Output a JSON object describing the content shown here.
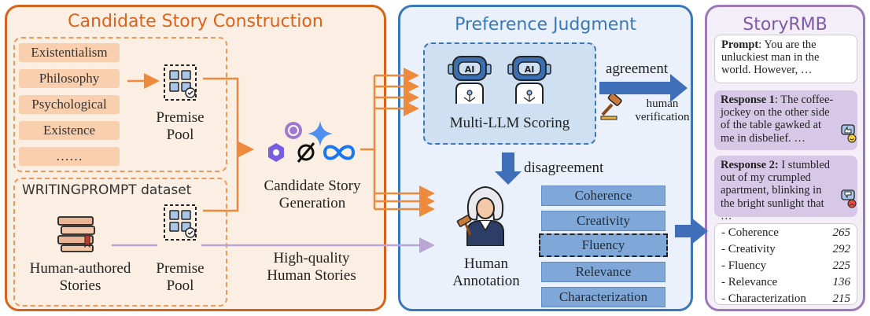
{
  "candidate": {
    "title": "Candidate Story Construction",
    "tags": [
      "Existentialism",
      "Philosophy",
      "Psychological",
      "Existence",
      "……"
    ],
    "premise_pool_top": "Premise Pool",
    "dataset_title": "WRITINGPROMPT dataset",
    "human_stories": "Human-authored Stories",
    "premise_pool_bottom": "Premise Pool",
    "generation": "Candidate Story Generation",
    "hq_human": "High-quality Human Stories"
  },
  "judgment": {
    "title": "Preference Judgment",
    "multi_llm": "Multi-LLM Scoring",
    "agreement": "agreement",
    "human_verification": "human verification",
    "disagreement": "disagreement",
    "human_annotation": "Human Annotation",
    "criteria": [
      "Coherence",
      "Creativity",
      "Fluency",
      "Relevance",
      "Characterization"
    ]
  },
  "storyrmb": {
    "title": "StoryRMB",
    "prompt_label": "Prompt",
    "prompt_text": ": You are the unluckiest man in the world. However, …",
    "resp1_label": "Response 1",
    "resp1_text": ": The coffee-jockey on the other side of the table gawked at me in disbelief. …",
    "resp2_label": "Response 2:",
    "resp2_text": " I stumbled out of my crumpled apartment, blinking in the bright sunlight that …",
    "stats": [
      {
        "label": "- Coherence",
        "value": "265"
      },
      {
        "label": "- Creativity",
        "value": "292"
      },
      {
        "label": "- Fluency",
        "value": "225"
      },
      {
        "label": "- Relevance",
        "value": "136"
      },
      {
        "label": "- Characterization",
        "value": "215"
      }
    ]
  },
  "icons": [
    "document-grid-icon",
    "robot-icon",
    "gavel-icon",
    "judge-icon",
    "books-icon",
    "llm-logo-icon",
    "thumbs-up-icon",
    "thumbs-down-icon"
  ],
  "colors": {
    "orange": "#d9641e",
    "orange_fill": "#fbeee2",
    "blue": "#3a78b8",
    "blue_fill": "#eaf1fa",
    "purple": "#9b7ab8",
    "purple_fill": "#f3eef8",
    "arrow_blue": "#3f6fb8",
    "arrow_orange": "#ee8a3c",
    "arrow_purple": "#b9a5d6"
  }
}
